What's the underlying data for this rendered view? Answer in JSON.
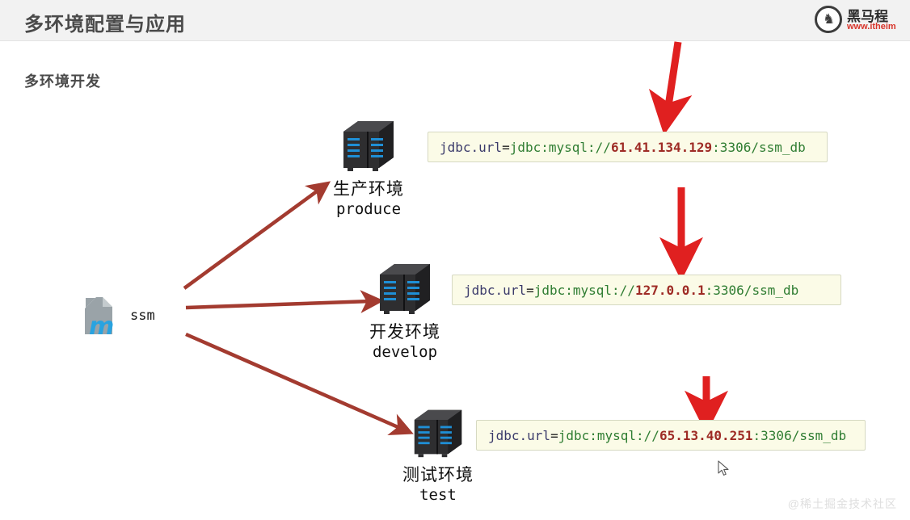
{
  "header": {
    "title": "多环境配置与应用",
    "logo": {
      "icon": "horse-circle-logo",
      "brand_cn": "黑马程",
      "brand_url": "www.itheim",
      "horse_glyph": "♞"
    }
  },
  "section": {
    "subtitle": "多环境开发"
  },
  "source_node": {
    "icon": "maven-file-icon",
    "label": "ssm"
  },
  "environments": [
    {
      "id": "produce",
      "icon": "server-rack-icon",
      "name_cn": "生产环境",
      "name_en": "produce",
      "config": {
        "key": "jdbc.url",
        "eq": "=",
        "protocol": "jdbc:mysql://",
        "host": "61.41.134.129",
        "rest": ":3306/ssm_db",
        "full": "jdbc.url=jdbc:mysql://61.41.134.129:3306/ssm_db"
      }
    },
    {
      "id": "develop",
      "icon": "server-rack-icon",
      "name_cn": "开发环境",
      "name_en": "develop",
      "config": {
        "key": "jdbc.url",
        "eq": "=",
        "protocol": "jdbc:mysql://",
        "host": "127.0.0.1",
        "rest": ":3306/ssm_db",
        "full": "jdbc.url=jdbc:mysql://127.0.0.1:3306/ssm_db"
      }
    },
    {
      "id": "test",
      "icon": "server-rack-icon",
      "name_cn": "测试环境",
      "name_en": "test",
      "config": {
        "key": "jdbc.url",
        "eq": "=",
        "protocol": "jdbc:mysql://",
        "host": "65.13.40.251",
        "rest": ":3306/ssm_db",
        "full": "jdbc.url=jdbc:mysql://65.13.40.251:3306/ssm_db"
      }
    }
  ],
  "annotations": {
    "highlight_arrows": [
      {
        "id": "arrow-to-produce-config",
        "direction": "down"
      },
      {
        "id": "arrow-to-develop-config",
        "direction": "down"
      },
      {
        "id": "arrow-to-test-config",
        "direction": "down"
      }
    ],
    "flow_arrows": [
      {
        "id": "ssm-to-produce"
      },
      {
        "id": "ssm-to-develop"
      },
      {
        "id": "ssm-to-test"
      }
    ]
  },
  "cursor": {
    "icon": "mouse-pointer-icon"
  },
  "watermark": {
    "text": "@稀土掘金技术社区"
  },
  "colors": {
    "header_bg": "#f2f2f2",
    "title_text": "#4a4a4a",
    "highlight_arrow": "#e02020",
    "flow_arrow": "#a33b30",
    "config_bg": "#fbfbe7",
    "config_border": "#d6d9c2",
    "config_host": "#9e2b25",
    "config_protocol": "#2f7d32",
    "config_key": "#3b3b6b",
    "brand_red": "#d8342a",
    "watermark": "#dedede"
  }
}
